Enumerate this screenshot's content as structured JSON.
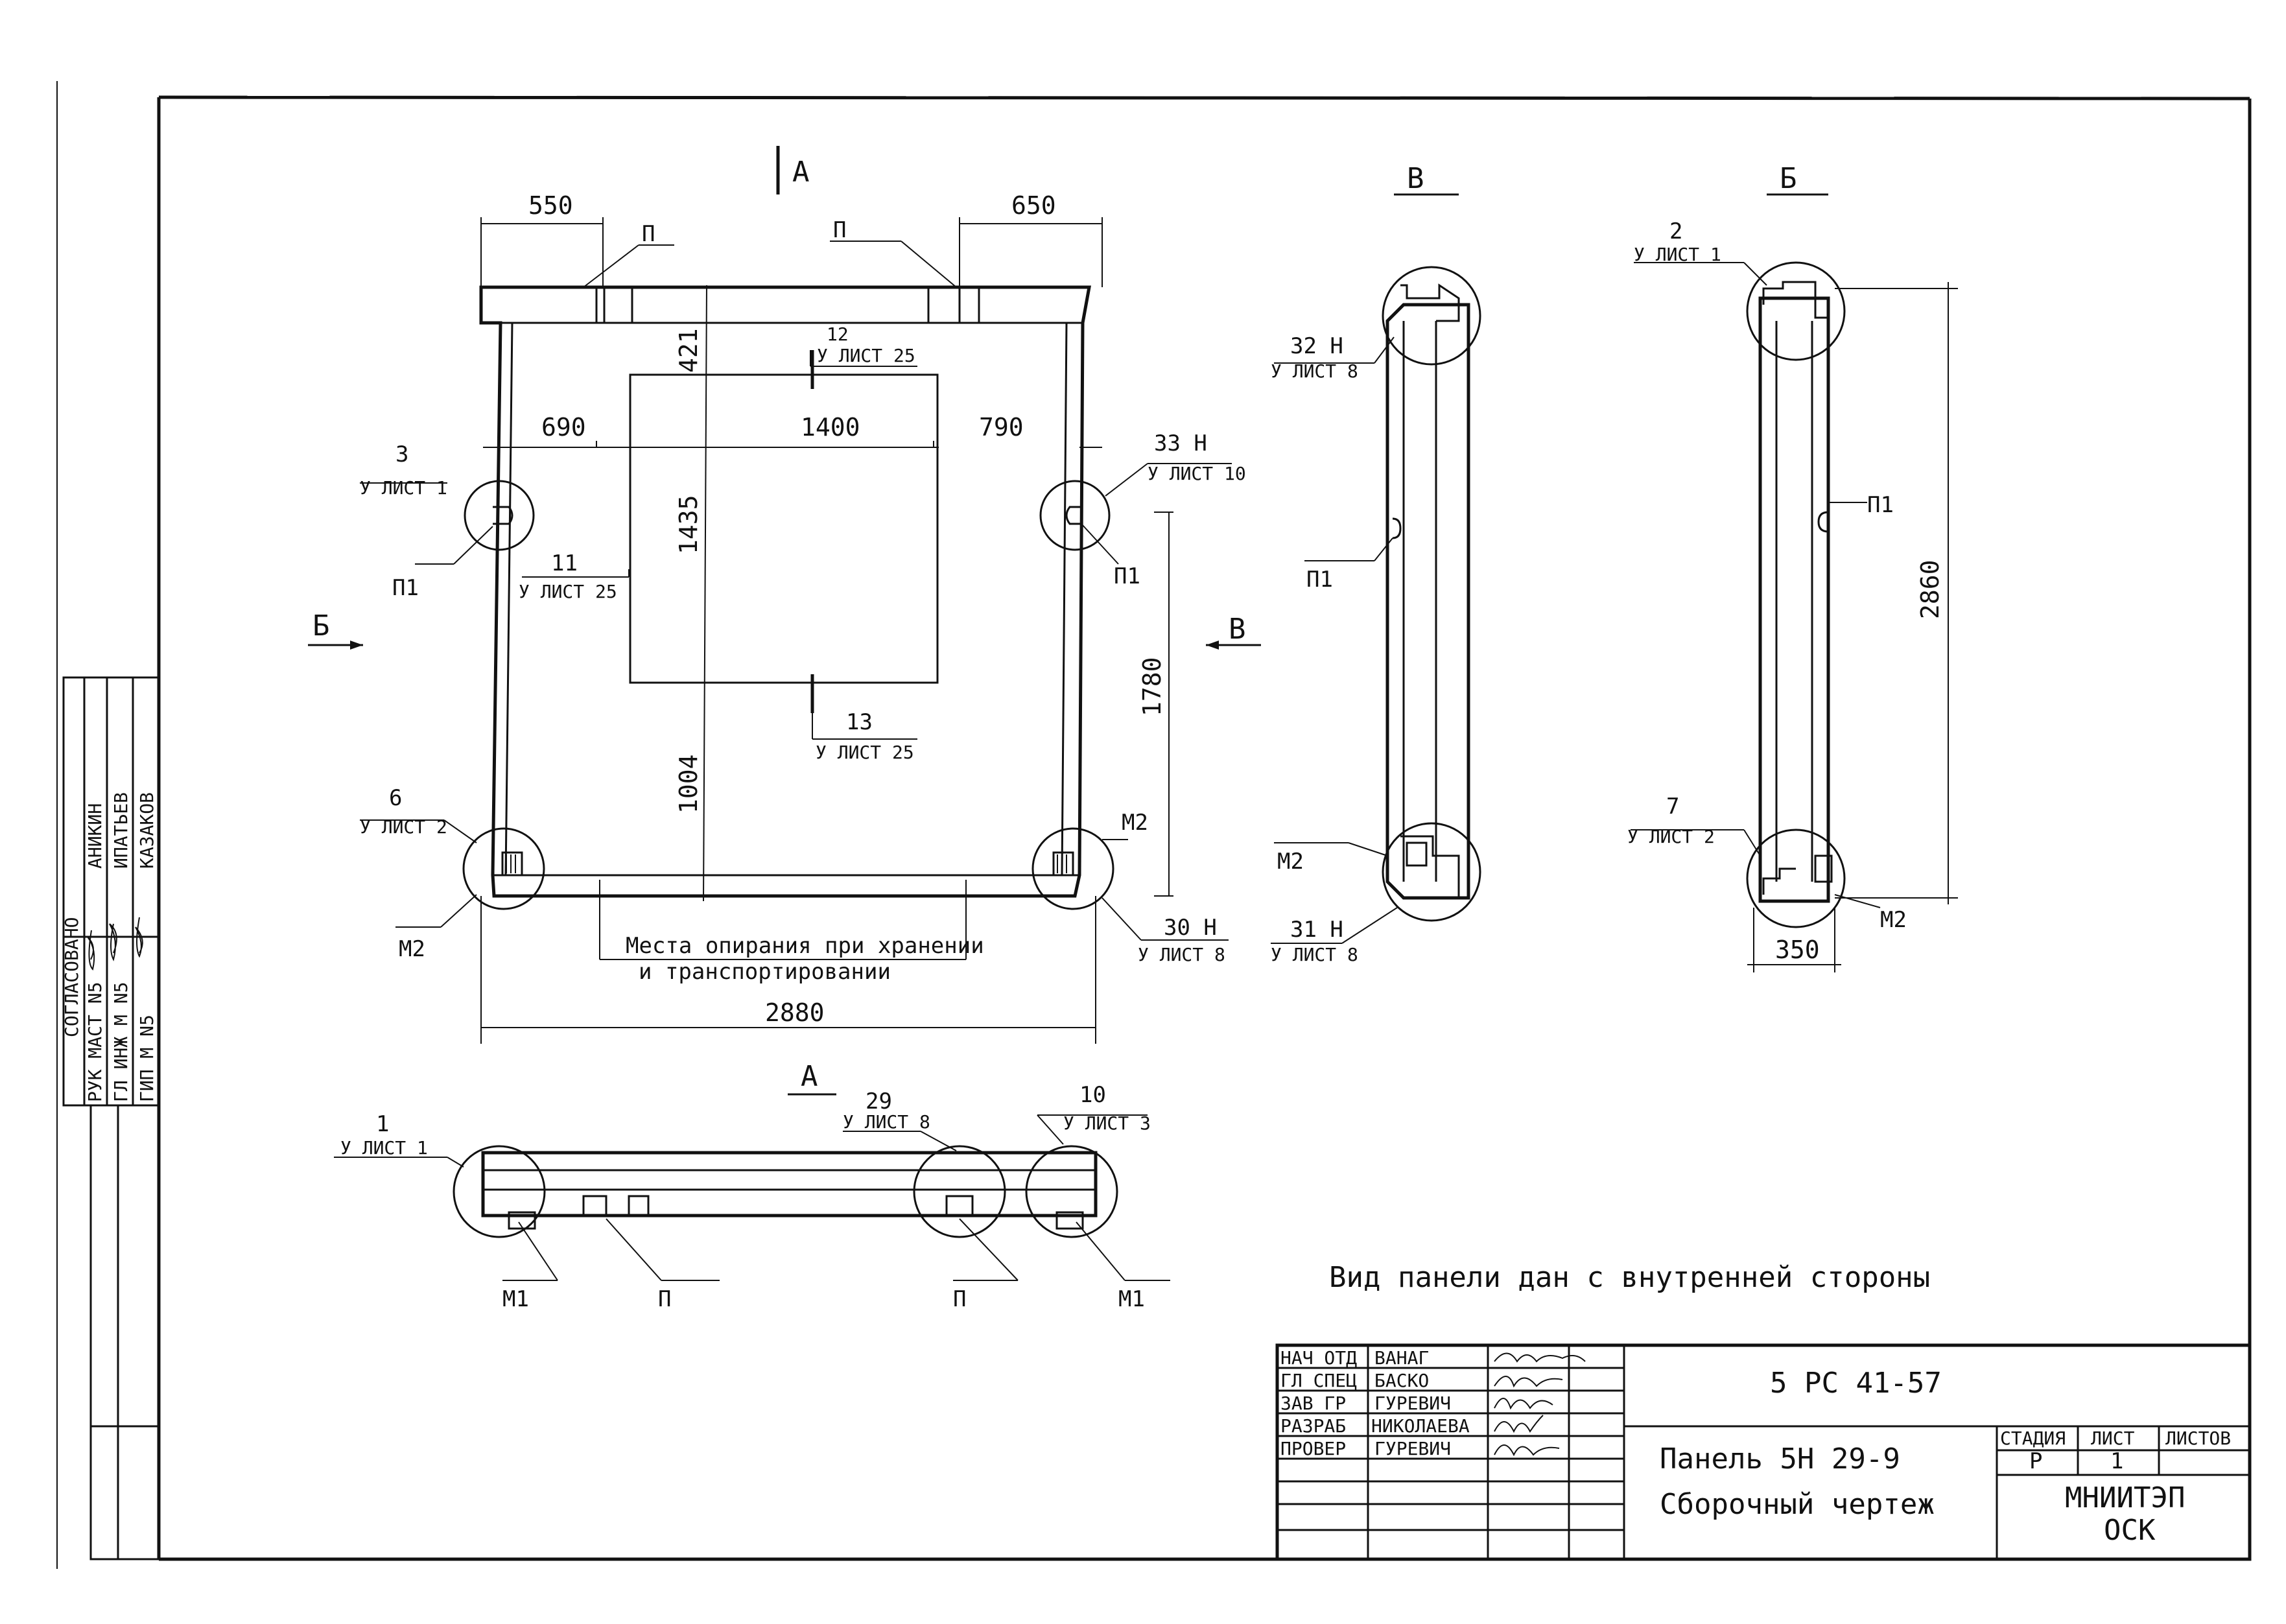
{
  "colors": {
    "ink": "#111111",
    "paper": "#ffffff"
  },
  "sections": {
    "a_top": "А",
    "a_view": "А",
    "b_view": "Б",
    "b_arrow": "Б",
    "v_view": "В",
    "v_arrow": "В"
  },
  "dims": {
    "w550": "550",
    "w650": "650",
    "w690": "690",
    "w1400": "1400",
    "w790": "790",
    "h421": "421",
    "h1435": "1435",
    "h1780": "1780",
    "h1004": "1004",
    "w2880": "2880",
    "h2860": "2860",
    "w350": "350"
  },
  "callouts": {
    "c12n": "12",
    "c12s": "У ЛИСТ 25",
    "c3n": "3",
    "c3s": "У ЛИСТ 1",
    "c33n": "33 Н",
    "c33s": "У ЛИСТ 10",
    "c11n": "11",
    "c11s": "У ЛИСТ 25",
    "c13n": "13",
    "c13s": "У ЛИСТ 25",
    "c6n": "6",
    "c6s": "У ЛИСТ 2",
    "c30n": "30 Н",
    "c30s": "У ЛИСТ 8",
    "c32n": "32 Н",
    "c32s": "У ЛИСТ 8",
    "c31n": "31 Н",
    "c31s": "У ЛИСТ 8",
    "c2n": "2",
    "c2s": "У ЛИСТ 1",
    "c7n": "7",
    "c7s": "У ЛИСТ 2",
    "c1n": "1",
    "c1s": "У ЛИСТ 1",
    "c29n": "29",
    "c29s": "У ЛИСТ 8",
    "c10n": "10",
    "c10s": "У ЛИСТ 3"
  },
  "marks": {
    "p": "П",
    "p1": "П1",
    "m1": "М1",
    "m2": "М2"
  },
  "notes": {
    "support1": "Места опирания при хранении",
    "support2": "и транспортировании",
    "view_note": "Вид панели дан с внутренней стороны"
  },
  "approval": {
    "title": "СОГЛАСОВАНО",
    "rows": [
      {
        "role": "РУК МАСТ N5",
        "name": "АНИКИН"
      },
      {
        "role": "ГЛ ИНЖ М N5",
        "name": "ИПАТЬЕВ"
      },
      {
        "role": "ГИП М N5",
        "name": "КАЗАКОВ"
      }
    ]
  },
  "title_block": {
    "staff": [
      {
        "role": "НАЧ ОТД",
        "name": "ВАНАГ"
      },
      {
        "role": "ГЛ СПЕЦ",
        "name": "БАСКО"
      },
      {
        "role": "ЗАВ ГР",
        "name": "ГУРЕВИЧ"
      },
      {
        "role": "РАЗРАБ",
        "name": "НИКОЛАЕВА"
      },
      {
        "role": "ПРОВЕР",
        "name": "ГУРЕВИЧ"
      }
    ],
    "code": "5 РС 41-57",
    "name1": "Панель 5Н 29-9",
    "name2": "Сборочный чертеж",
    "stage_h": "СТАДИЯ",
    "sheet_h": "ЛИСТ",
    "sheets_h": "ЛИСТОВ",
    "stage": "Р",
    "sheet": "1",
    "sheets": "",
    "org1": "МНИИТЭП",
    "org2": "ОСК"
  }
}
